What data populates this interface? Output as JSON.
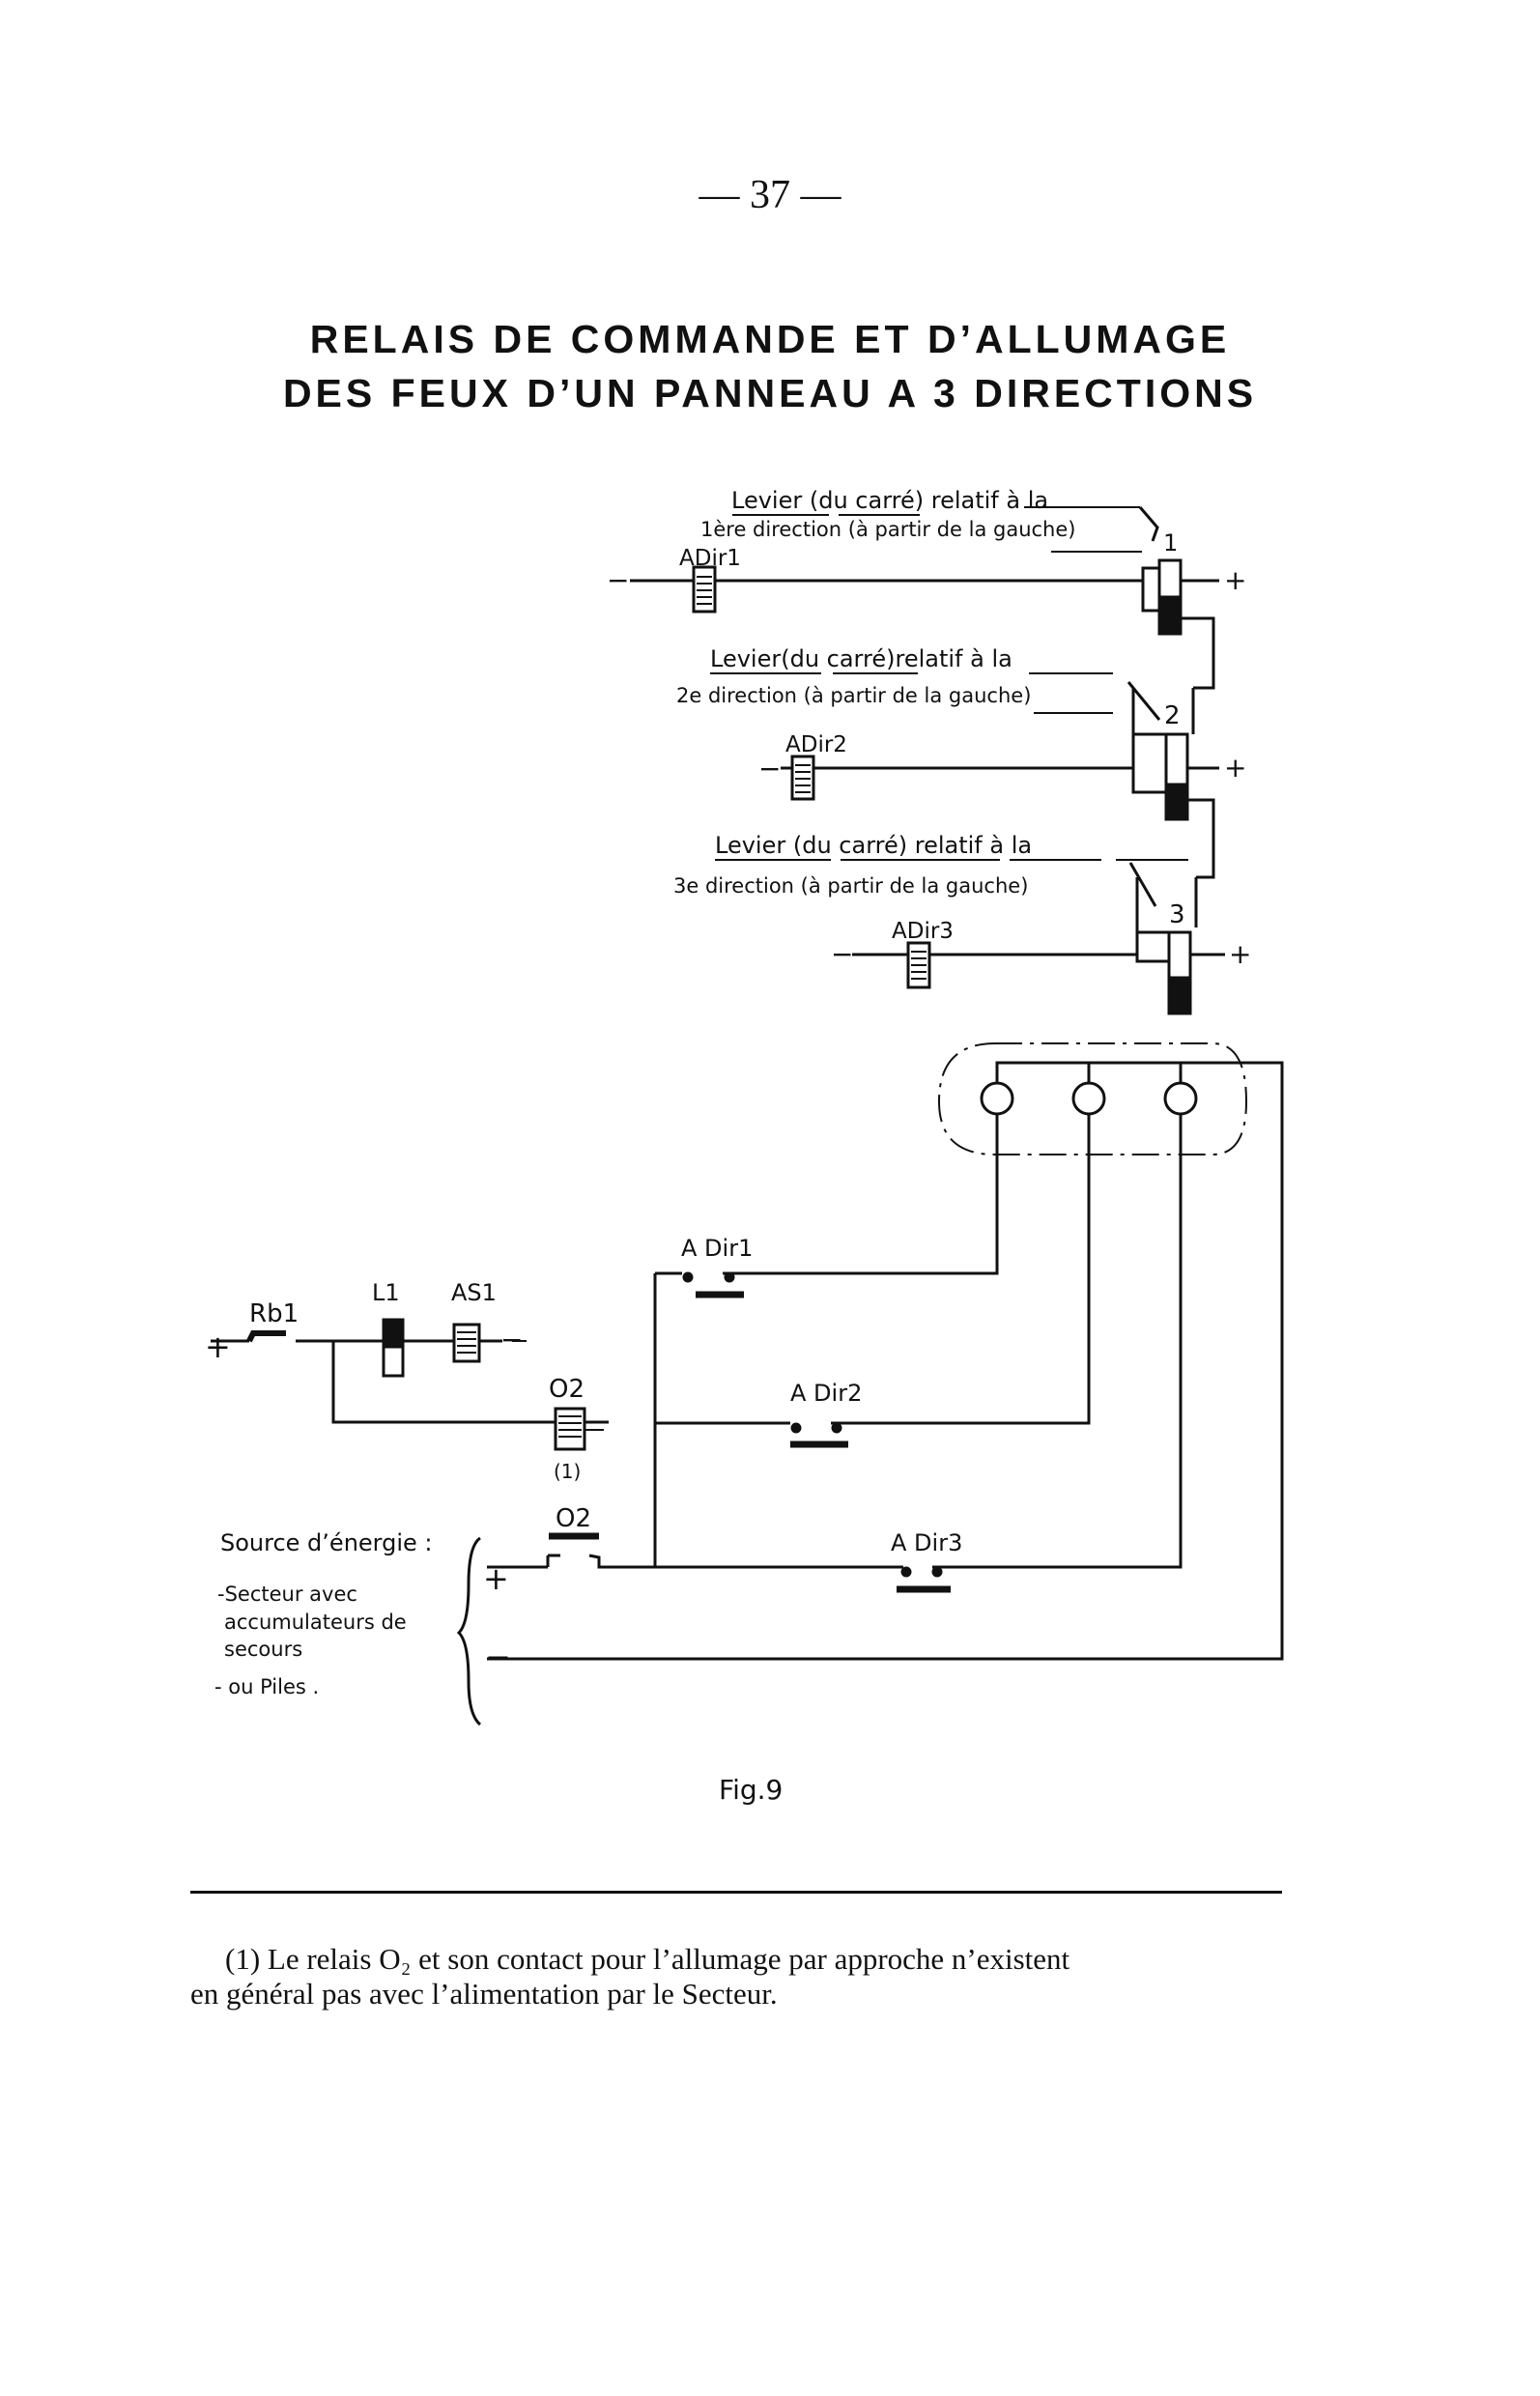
{
  "page_number": "— 37 —",
  "title": {
    "line1": "RELAIS DE COMMANDE ET D’ALLUMAGE",
    "line2": "DES FEUX D’UN PANNEAU A 3 DIRECTIONS"
  },
  "levers": [
    {
      "line1": "Levier (du carré) relatif à la",
      "line2": "1ère direction (à partir de la gauche)",
      "number": "1",
      "relay": "ADir1"
    },
    {
      "line1": "Levier(du carré)relatif à la",
      "line2": "2e direction (à partir de la gauche)",
      "number": "2",
      "relay": "ADir2"
    },
    {
      "line1": "Levier (du carré) relatif à la",
      "line2": "3e direction (à partir de la gauche)",
      "number": "3",
      "relay": "ADir3"
    }
  ],
  "circuit": {
    "rb1": "Rb1",
    "l1": "L1",
    "as1": "AS1",
    "o2": "O2",
    "o2_note": "(1)",
    "o2_contact": "O2",
    "contacts": [
      "A Dir1",
      "A Dir2",
      "A Dir3"
    ]
  },
  "polarity": {
    "plus": "+",
    "minus": "−"
  },
  "source": {
    "label": "Source d’énergie :",
    "item1": "-Secteur avec",
    "item1b": "accumulateurs de",
    "item1c": "secours",
    "item2": "- ou Piles ."
  },
  "figure_caption": "Fig.9",
  "footnote": {
    "line1": "(1) Le relais O₂ et son contact pour l’allumage par approche n’existent",
    "line2": "en général pas avec l’alimentation par le Secteur."
  }
}
